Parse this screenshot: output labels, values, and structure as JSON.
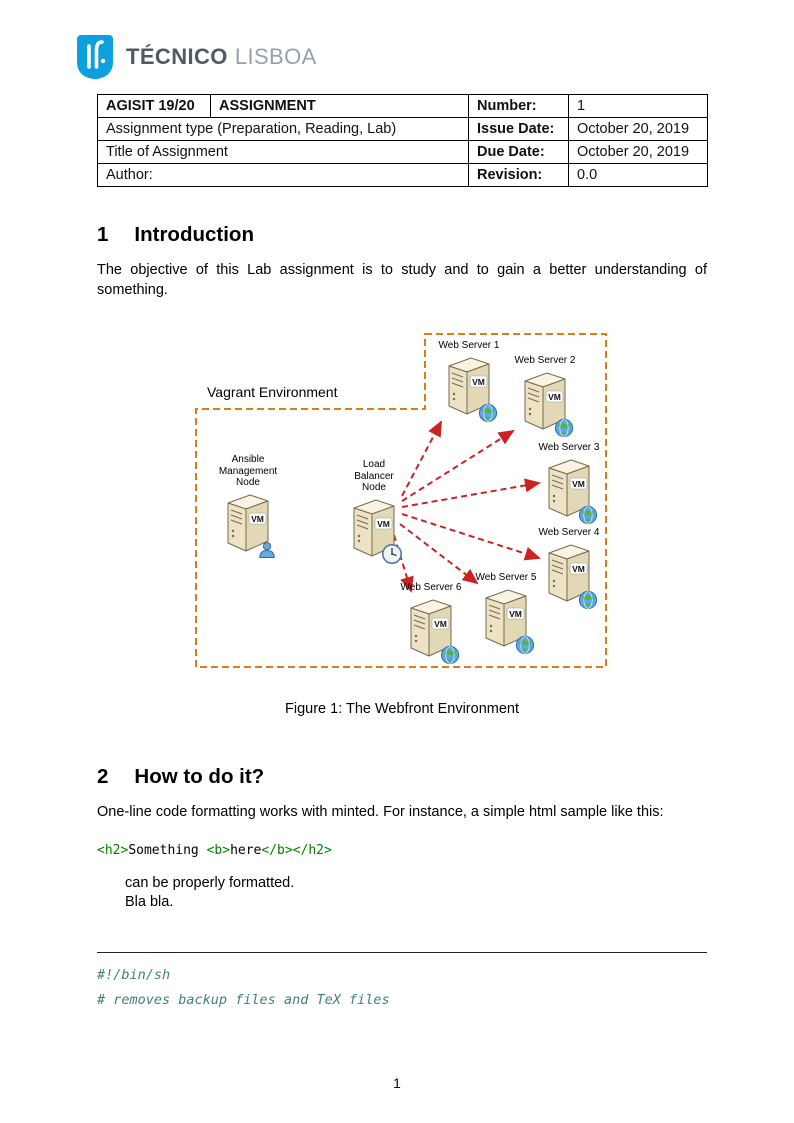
{
  "logo": {
    "tecnico": "TÉCNICO",
    "lisboa": "LISBOA"
  },
  "header_table": {
    "r1": [
      "AGISIT 19/20",
      "ASSIGNMENT",
      "Number:",
      "1"
    ],
    "r2": [
      "Assignment type (Preparation, Reading, Lab)",
      "Issue Date:",
      "October 20, 2019"
    ],
    "r3": [
      "Title of Assignment",
      "Due Date:",
      "October 20, 2019"
    ],
    "r4": [
      "Author:",
      "Revision:",
      "0.0"
    ]
  },
  "section_intro": {
    "number": "1",
    "title": "Introduction",
    "paragraph": "The objective of this Lab assignment is to study and to gain a better understanding of something."
  },
  "figure": {
    "environment_label": "Vagrant Environment",
    "ansible_label_line1": "Ansible",
    "ansible_label_line2": "Management Node",
    "load_balancer_label": "Load Balancer Node",
    "web_server_labels": [
      "Web Server 1",
      "Web Server 2",
      "Web Server 3",
      "Web Server 4",
      "Web Server 5",
      "Web Server 6"
    ],
    "vm_badge": "VM",
    "caption": "Figure 1: The Webfront Environment"
  },
  "section_howto": {
    "number": "2",
    "title": "How to do it?",
    "paragraph": "One-line code formatting works with minted. For instance, a simple html sample like this:",
    "code_segments": [
      {
        "text": "<h2>",
        "type": "tag"
      },
      {
        "text": "Something ",
        "type": "plain"
      },
      {
        "text": "<b>",
        "type": "tag"
      },
      {
        "text": "here",
        "type": "plain"
      },
      {
        "text": "</b>",
        "type": "tag"
      },
      {
        "text": "</h2>",
        "type": "tag"
      }
    ],
    "followup_line1": "can be properly formatted.",
    "followup_line2": "Bla bla."
  },
  "code_block": {
    "lines": [
      "#!/bin/sh",
      "# removes backup files and TeX files"
    ]
  },
  "footer": {
    "page_number": "1"
  },
  "colors": {
    "dashed_border": "#e07b1a",
    "arrow_red": "#cc2222",
    "code_tag_green": "#008000",
    "code_comment_teal": "#408080",
    "logo_blue": "#0e9fdf"
  }
}
